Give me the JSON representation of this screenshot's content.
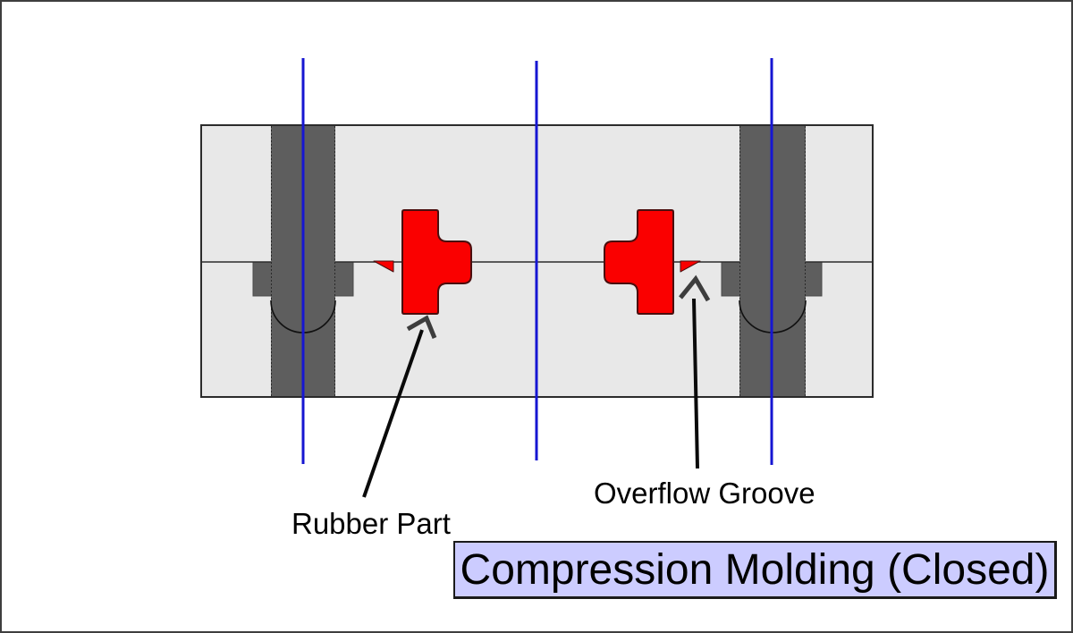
{
  "colors": {
    "frame": "#3f3f3f",
    "plate": "#e8e8e8",
    "outline": "#2b2b2b",
    "pin": "#5e5e5e",
    "rubber": "#fa0000",
    "rubber_outline": "#4a0e0e",
    "centerline": "#1616d2",
    "arrow_head": "#3d3d3d",
    "arrow_shaft": "#0a0a0a",
    "title_bg": "#ccccff",
    "title_border": "#1a1a1a",
    "text": "#000000"
  },
  "labels": {
    "rubber_part": "Rubber Part",
    "overflow_groove": "Overflow Groove"
  },
  "title": "Compression Molding (Closed)"
}
